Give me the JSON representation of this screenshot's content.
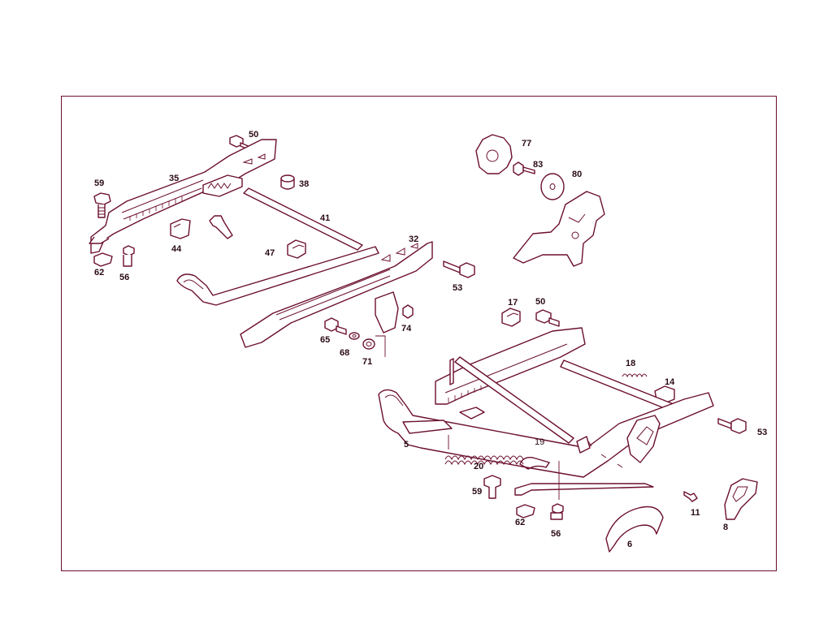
{
  "diagram": {
    "line_color": "#6b0f2e",
    "label_color": "#2a0a14",
    "background": "#ffffff",
    "callouts": [
      {
        "id": "c50a",
        "text": "50"
      },
      {
        "id": "c35",
        "text": "35"
      },
      {
        "id": "c38",
        "text": "38"
      },
      {
        "id": "c59a",
        "text": "59"
      },
      {
        "id": "c41",
        "text": "41"
      },
      {
        "id": "c44",
        "text": "44"
      },
      {
        "id": "c47",
        "text": "47"
      },
      {
        "id": "c62a",
        "text": "62"
      },
      {
        "id": "c56a",
        "text": "56"
      },
      {
        "id": "c32",
        "text": "32"
      },
      {
        "id": "c53a",
        "text": "53"
      },
      {
        "id": "c74",
        "text": "74"
      },
      {
        "id": "c65",
        "text": "65"
      },
      {
        "id": "c68",
        "text": "68"
      },
      {
        "id": "c71",
        "text": "71"
      },
      {
        "id": "c77",
        "text": "77"
      },
      {
        "id": "c83",
        "text": "83"
      },
      {
        "id": "c80",
        "text": "80"
      },
      {
        "id": "c17",
        "text": "17"
      },
      {
        "id": "c50b",
        "text": "50"
      },
      {
        "id": "c18",
        "text": "18"
      },
      {
        "id": "c14",
        "text": "14"
      },
      {
        "id": "c53b",
        "text": "53"
      },
      {
        "id": "c5",
        "text": "5"
      },
      {
        "id": "c19",
        "text": "19"
      },
      {
        "id": "c20",
        "text": "20"
      },
      {
        "id": "c59b",
        "text": "59"
      },
      {
        "id": "c62b",
        "text": "62"
      },
      {
        "id": "c56b",
        "text": "56"
      },
      {
        "id": "c11",
        "text": "11"
      },
      {
        "id": "c8",
        "text": "8"
      },
      {
        "id": "c6",
        "text": "6"
      }
    ]
  }
}
